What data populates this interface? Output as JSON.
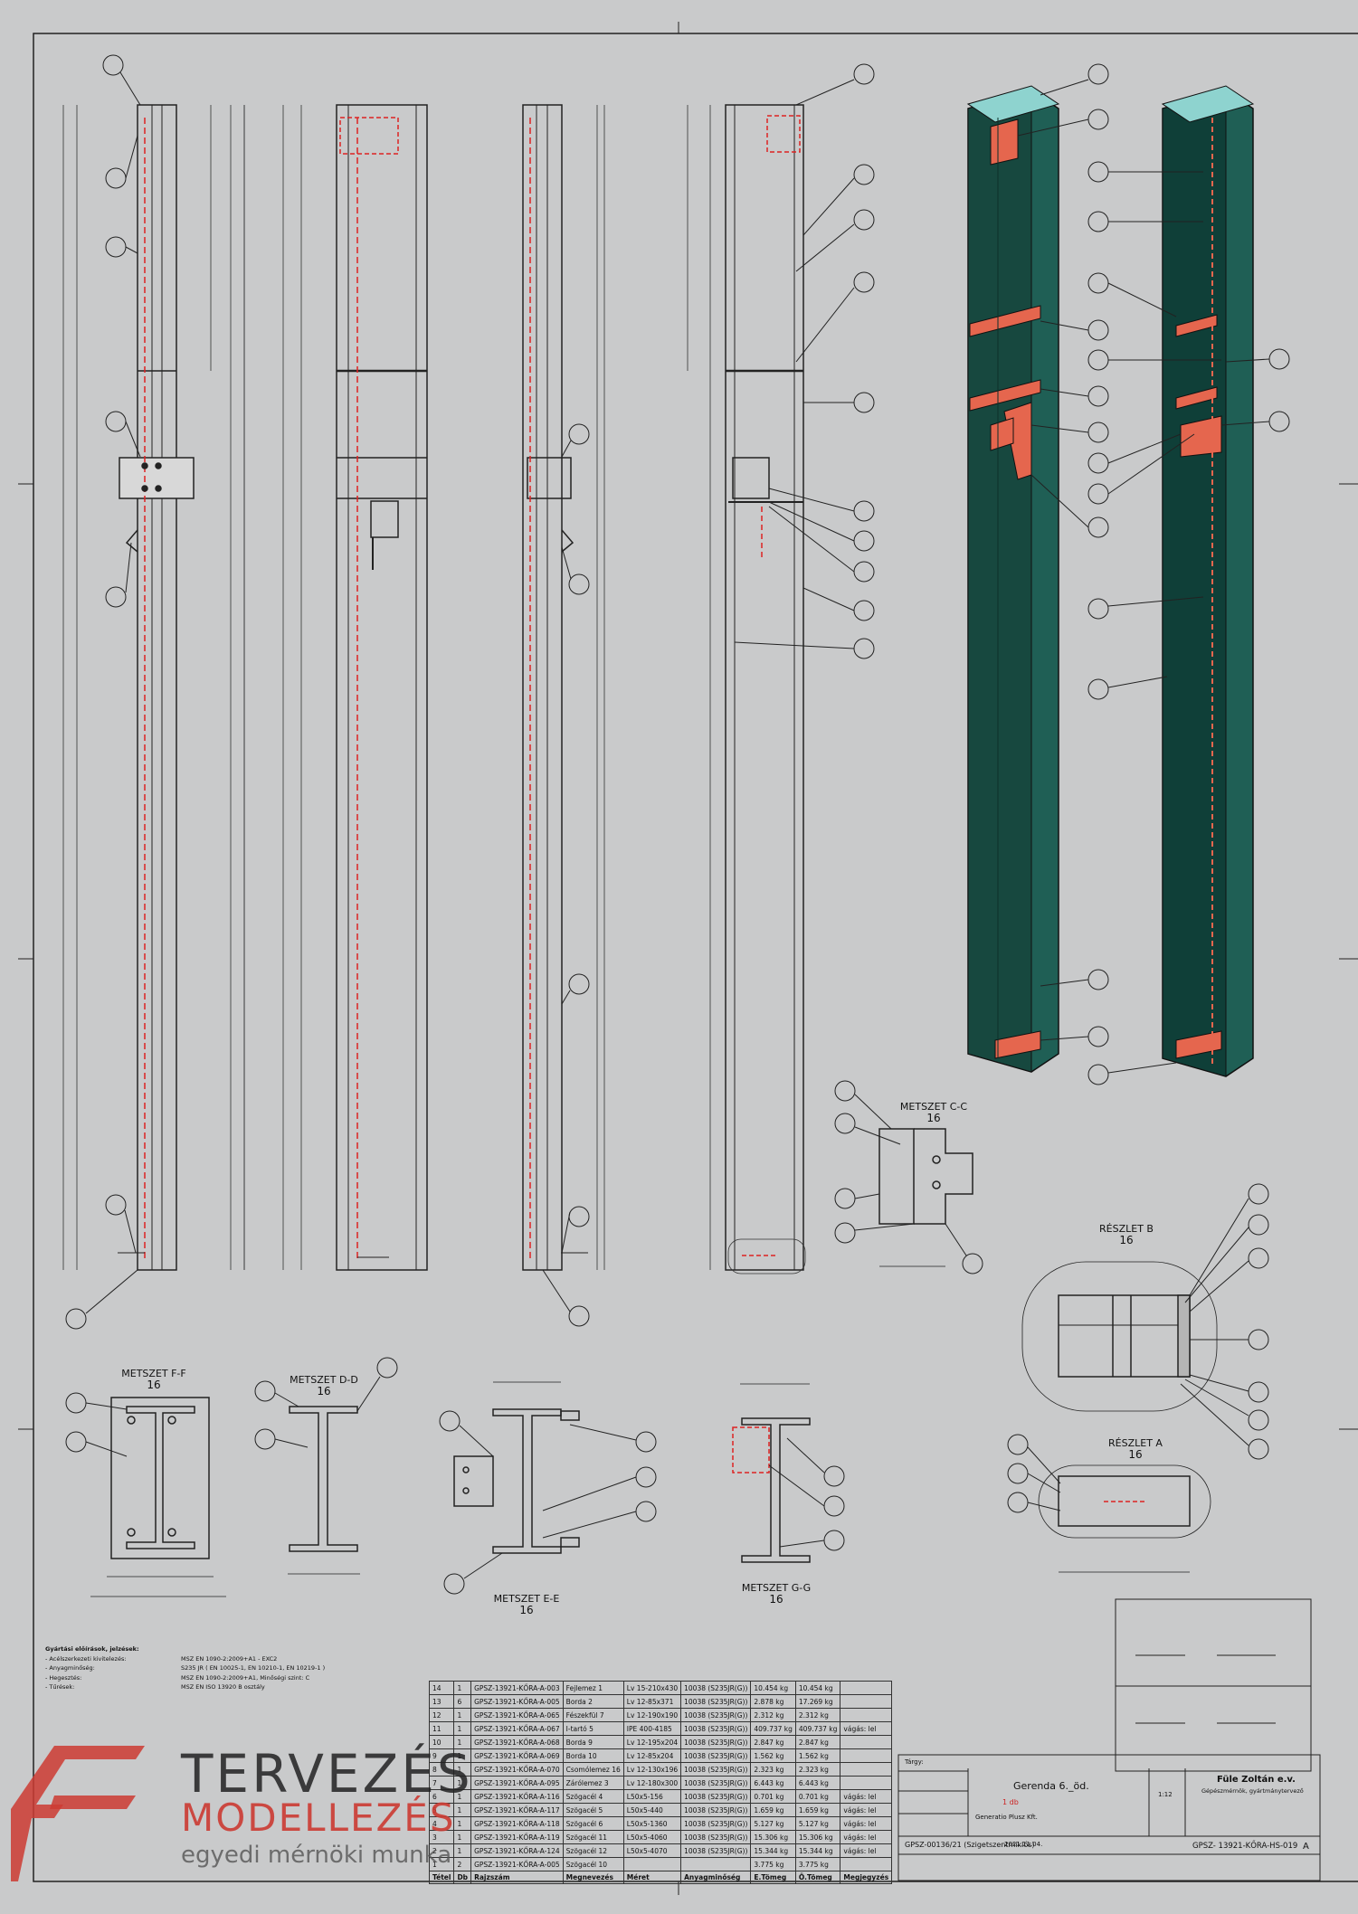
{
  "views": {
    "section_ff": {
      "title": "METSZET F-F",
      "scale": "16"
    },
    "section_dd": {
      "title": "METSZET D-D",
      "scale": "16"
    },
    "section_ee": {
      "title": "METSZET E-E",
      "scale": "16"
    },
    "section_gg": {
      "title": "METSZET G-G",
      "scale": "16"
    },
    "section_cc": {
      "title": "METSZET C-C",
      "scale": "16"
    },
    "detail_b": {
      "title": "RÉSZLET B",
      "scale": "16"
    },
    "detail_a": {
      "title": "RÉSZLET A",
      "scale": "16"
    }
  },
  "notes": {
    "title": "Gyártási előírások, jelzések:",
    "lines": [
      {
        "k": "- Acélszerkezeti kivitelezés:",
        "v": "MSZ EN 1090-2:2009+A1 - EXC2"
      },
      {
        "k": "- Anyagminőség:",
        "v": "S235 JR ( EN 10025-1, EN 10210-1, EN 10219-1 )"
      },
      {
        "k": "- Hegesztés:",
        "v": "MSZ EN 1090-2:2009+A1, Minőségi szint: C"
      },
      {
        "k": "- Tűrések:",
        "v": "MSZ EN ISO 13920 B osztály"
      }
    ]
  },
  "bom": {
    "header": [
      "Tétel",
      "Db",
      "Rajzszám",
      "Megnevezés",
      "Méret",
      "Anyagminőség",
      "E.Tömeg",
      "Ö.Tömeg",
      "Megjegyzés"
    ],
    "rows": [
      [
        "14",
        "1",
        "GPSZ-13921-KŐRA-A-003",
        "Fejlemez 1",
        "Lv 15-210x430",
        "10038 (S235JR(G))",
        "10.454 kg",
        "10.454 kg",
        ""
      ],
      [
        "13",
        "6",
        "GPSZ-13921-KŐRA-A-005",
        "Borda 2",
        "Lv 12-85x371",
        "10038 (S235JR(G))",
        "2.878 kg",
        "17.269 kg",
        ""
      ],
      [
        "12",
        "1",
        "GPSZ-13921-KŐRA-A-065",
        "Fészekfül 7",
        "Lv 12-190x190",
        "10038 (S235JR(G))",
        "2.312 kg",
        "2.312 kg",
        ""
      ],
      [
        "11",
        "1",
        "GPSZ-13921-KŐRA-A-067",
        "I-tartó 5",
        "IPE 400-4185",
        "10038 (S235JR(G))",
        "409.737 kg",
        "409.737 kg",
        "vágás: lel"
      ],
      [
        "10",
        "1",
        "GPSZ-13921-KŐRA-A-068",
        "Borda 9",
        "Lv 12-195x204",
        "10038 (S235JR(G))",
        "2.847 kg",
        "2.847 kg",
        ""
      ],
      [
        "9",
        "1",
        "GPSZ-13921-KŐRA-A-069",
        "Borda 10",
        "Lv 12-85x204",
        "10038 (S235JR(G))",
        "1.562 kg",
        "1.562 kg",
        ""
      ],
      [
        "8",
        "1",
        "GPSZ-13921-KŐRA-A-070",
        "Csomólemez 16",
        "Lv 12-130x196",
        "10038 (S235JR(G))",
        "2.323 kg",
        "2.323 kg",
        ""
      ],
      [
        "7",
        "1",
        "GPSZ-13921-KŐRA-A-095",
        "Zárólemez 3",
        "Lv 12-180x300",
        "10038 (S235JR(G))",
        "6.443 kg",
        "6.443 kg",
        ""
      ],
      [
        "6",
        "1",
        "GPSZ-13921-KŐRA-A-116",
        "Szögacél 4",
        "L50x5-156",
        "10038 (S235JR(G))",
        "0.701 kg",
        "0.701 kg",
        "vágás: lel"
      ],
      [
        "5",
        "1",
        "GPSZ-13921-KŐRA-A-117",
        "Szögacél 5",
        "L50x5-440",
        "10038 (S235JR(G))",
        "1.659 kg",
        "1.659 kg",
        "vágás: lel"
      ],
      [
        "4",
        "1",
        "GPSZ-13921-KŐRA-A-118",
        "Szögacél 6",
        "L50x5-1360",
        "10038 (S235JR(G))",
        "5.127 kg",
        "5.127 kg",
        "vágás: lel"
      ],
      [
        "3",
        "1",
        "GPSZ-13921-KŐRA-A-119",
        "Szögacél 11",
        "L50x5-4060",
        "10038 (S235JR(G))",
        "15.306 kg",
        "15.306 kg",
        "vágás: lel"
      ],
      [
        "2",
        "1",
        "GPSZ-13921-KŐRA-A-124",
        "Szögacél 12",
        "L50x5-4070",
        "10038 (S235JR(G))",
        "15.344 kg",
        "15.344 kg",
        "vágás: lel"
      ],
      [
        "1",
        "2",
        "GPSZ-13921-KŐRA-A-005",
        "Szögacél 10",
        "",
        "",
        "3.775 kg",
        "3.775 kg",
        ""
      ]
    ]
  },
  "titleblock": {
    "subject_label": "Tárgy:",
    "subject": "Gerenda 6._öd.",
    "designer_name": "Füle Zoltán e.v.",
    "designer_sub": "Gépészmérnök, gyártmánytervező",
    "drawing_no": "GPSZ- 13921-KŐRA-HS-019",
    "sheet": "A",
    "scale": "1:12",
    "customer": "Generatio Plusz Kft.",
    "project": "GPSZ-00136/21 (Szigetszentmiklós)",
    "date": "2021.11.04.",
    "qty": "1 db"
  },
  "logo": {
    "line1": "TERVEZÉS",
    "line2": "MODELLEZÉS",
    "line3": "egyedi mérnöki munka"
  }
}
